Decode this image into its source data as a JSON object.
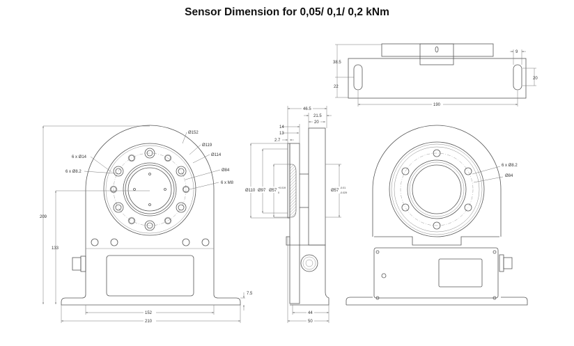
{
  "title": "Sensor Dimension for 0,05/ 0,1/ 0,2 kNm",
  "top_view": {
    "height_total": "38.5",
    "slot_offset": "22",
    "slot_width": "9",
    "slot_length": "20",
    "slot_spacing": "190"
  },
  "front_view": {
    "d_outer": "Ø152",
    "d_119": "Ø119",
    "d_114": "Ø114",
    "holes_14": "6 x Ø14",
    "holes_8_2": "6 x Ø8.2",
    "d_84": "Ø84",
    "threads": "6 x M8",
    "height_total": "209",
    "height_axis": "133",
    "base_thickness": "7.5",
    "width_body": "152",
    "width_base": "210"
  },
  "side_view": {
    "w_46_5": "46.5",
    "w_21_5": "21.5",
    "w_20": "20",
    "w_14": "14",
    "w_13": "13",
    "w_2_7": "2.7",
    "d_110": "Ø110",
    "d_97": "Ø97",
    "d_57_left": "Ø57",
    "d_57_left_tol_upper": "+0.019",
    "d_57_left_tol_lower": "0",
    "d_57_right": "Ø57",
    "d_57_right_tol_upper": "-0.01",
    "d_57_right_tol_lower": "-0.029",
    "base_inner": "44",
    "base_outer": "50"
  },
  "rear_view": {
    "holes": "6 x Ø8.2",
    "d_84": "Ø84"
  }
}
